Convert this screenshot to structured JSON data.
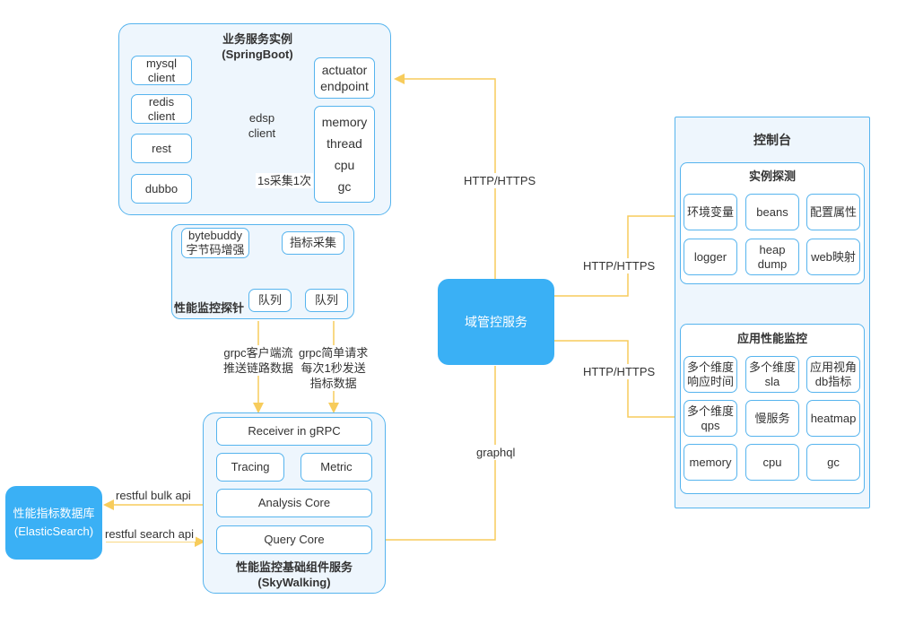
{
  "colors": {
    "panel_border": "#56b4ee",
    "panel_fill": "#eef6fd",
    "solid_node": "#3ab0f5",
    "connector": "#f7cc5c"
  },
  "springboot": {
    "title": "业务服务实例\n(SpringBoot)",
    "clients": [
      "mysql\nclient",
      "redis\nclient",
      "rest",
      "dubbo"
    ],
    "edsp": "edsp\nclient",
    "actuator": "actuator\nendpoint",
    "metrics": "memory\nthread\ncpu\ngc",
    "collect_note": "1s采集1次"
  },
  "probe": {
    "title": "性能监控探针",
    "bytebuddy": "bytebuddy\n字节码增强",
    "metric_collect": "指标采集",
    "queue1": "队列",
    "queue2": "队列"
  },
  "arrows": {
    "grpc_stream": "grpc客户端流\n推送链路数据",
    "grpc_simple": "grpc简单请求\n每次1秒发送\n指标数据",
    "http_top": "HTTP/HTTPS",
    "http_mid": "HTTP/HTTPS",
    "http_low": "HTTP/HTTPS",
    "graphql": "graphql",
    "bulk": "restful bulk api",
    "search": "restful search api"
  },
  "skywalking": {
    "title": "性能监控基础组件服务\n(SkyWalking)",
    "receiver": "Receiver in gRPC",
    "tracing": "Tracing",
    "metric": "Metric",
    "analysis": "Analysis Core",
    "query": "Query Core"
  },
  "domain_service": "域管控服务",
  "es": "性能指标数据库\n(ElasticSearch)",
  "console": {
    "title": "控制台",
    "probe_section": {
      "title": "实例探测",
      "items": [
        "环境变量",
        "beans",
        "配置属性",
        "logger",
        "heap\ndump",
        "web映射"
      ]
    },
    "apm_section": {
      "title": "应用性能监控",
      "items": [
        "多个维度\n响应时间",
        "多个维度\nsla",
        "应用视角\ndb指标",
        "多个维度\nqps",
        "慢服务",
        "heatmap",
        "memory",
        "cpu",
        "gc"
      ]
    }
  }
}
